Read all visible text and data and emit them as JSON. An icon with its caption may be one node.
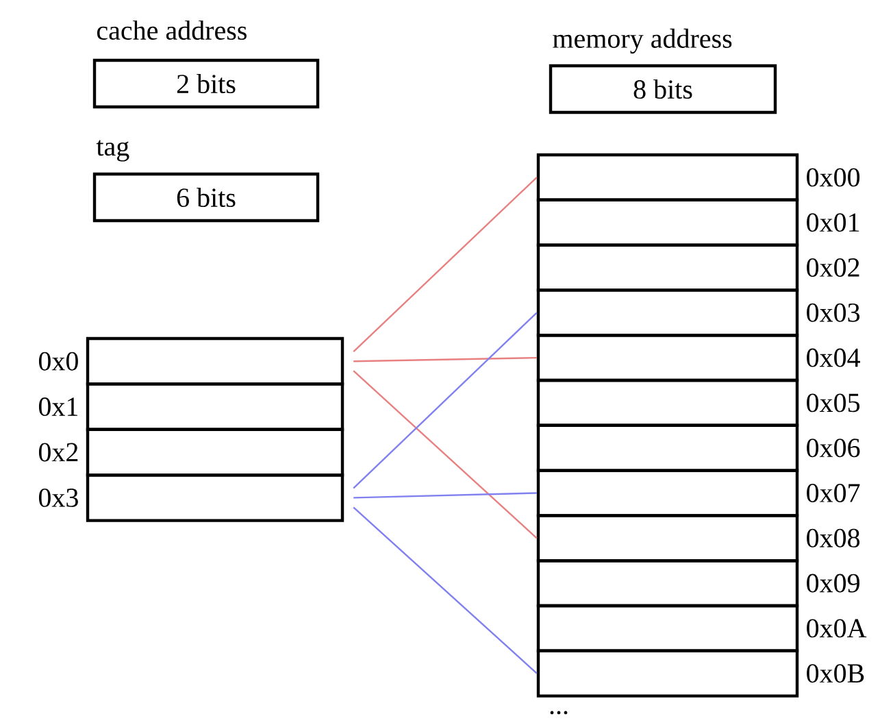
{
  "diagram": {
    "nodes": [
      {
        "text": [
          "cache address",
          "2 bits"
        ]
      },
      {
        "text": [
          "memory address",
          "8 bits"
        ]
      },
      {
        "text": [
          "tag",
          "6 bits"
        ]
      },
      {
        "text": [],
        "shape": "box",
        "beside": [
          "0x0"
        ]
      },
      {
        "text": [],
        "shape": "box",
        "beside": [
          "0x1"
        ]
      },
      {
        "text": [],
        "shape": "box",
        "beside": [
          "0x2"
        ]
      },
      {
        "text": [],
        "shape": "box",
        "beside": [
          "0x3"
        ]
      },
      {
        "text": [],
        "shape": "box",
        "beside": [
          "0x00"
        ]
      },
      {
        "text": [],
        "shape": "box",
        "beside": [
          "0x01"
        ]
      },
      {
        "text": [],
        "shape": "box",
        "beside": [
          "0x02"
        ]
      },
      {
        "text": [],
        "shape": "box",
        "beside": [
          "0x03"
        ]
      },
      {
        "text": [],
        "shape": "box",
        "beside": [
          "0x04"
        ]
      },
      {
        "text": [],
        "shape": "box",
        "beside": [
          "0x05"
        ]
      },
      {
        "text": [],
        "shape": "box",
        "beside": [
          "0x06"
        ]
      },
      {
        "text": [],
        "shape": "box",
        "beside": [
          "0x07"
        ]
      },
      {
        "text": [],
        "shape": "box",
        "beside": [
          "0x08"
        ]
      },
      {
        "text": [],
        "shape": "box",
        "beside": [
          "0x09"
        ]
      },
      {
        "text": [],
        "shape": "box",
        "beside": [
          "0x0A"
        ]
      },
      {
        "text": [],
        "shape": "box",
        "beside": [
          "0x0B"
        ]
      }
    ],
    "edges": [
      {
        "from": 3,
        "to": 7,
        "arrow": "none",
        "color": "#e88080"
      },
      {
        "from": 3,
        "to": 11,
        "arrow": "none",
        "color": "#e88080"
      },
      {
        "from": 3,
        "to": 15,
        "arrow": "none",
        "color": "#e88080"
      },
      {
        "from": 6,
        "to": 10,
        "arrow": "none",
        "color": "#8080f0"
      },
      {
        "from": 6,
        "to": 14,
        "arrow": "none",
        "color": "#8080f0"
      },
      {
        "from": 6,
        "to": 18,
        "arrow": "none",
        "color": "#8080f0"
      }
    ],
    "labels": [
      "..."
    ]
  }
}
